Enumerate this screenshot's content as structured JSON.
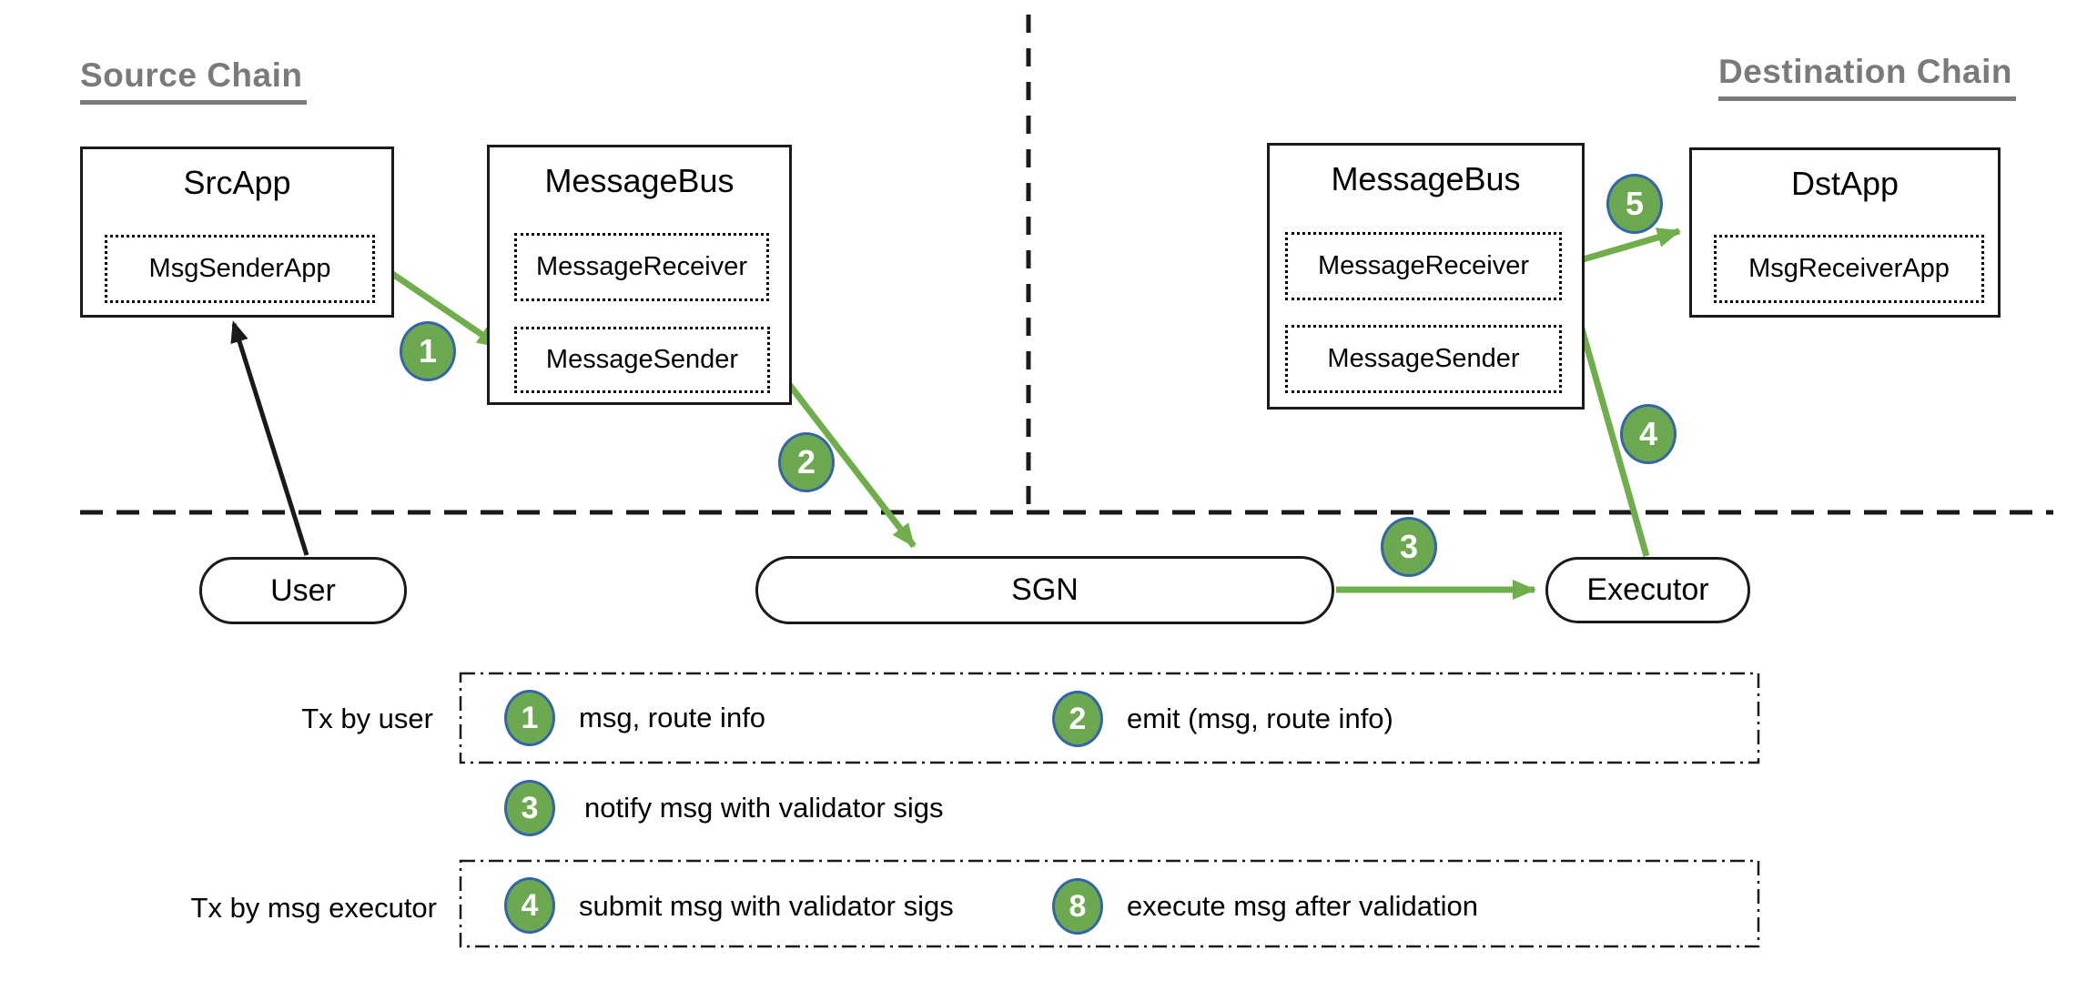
{
  "headings": {
    "source": "Source Chain",
    "destination": "Destination Chain"
  },
  "source_chain": {
    "src_app": {
      "title": "SrcApp",
      "inner": "MsgSenderApp"
    },
    "message_bus": {
      "title": "MessageBus",
      "receiver": "MessageReceiver",
      "sender": "MessageSender"
    }
  },
  "destination_chain": {
    "message_bus": {
      "title": "MessageBus",
      "receiver": "MessageReceiver",
      "sender": "MessageSender"
    },
    "dst_app": {
      "title": "DstApp",
      "inner": "MsgReceiverApp"
    }
  },
  "offchain": {
    "user": "User",
    "sgn": "SGN",
    "executor": "Executor"
  },
  "flow_badges": {
    "b1": "1",
    "b2": "2",
    "b3": "3",
    "b4": "4",
    "b5": "5"
  },
  "legend": {
    "row_user_label": "Tx by user",
    "row_executor_label": "Tx by msg executor",
    "items": [
      {
        "num": "1",
        "text": "msg, route info"
      },
      {
        "num": "2",
        "text": "emit (msg, route info)"
      },
      {
        "num": "3",
        "text": "notify msg with validator sigs"
      },
      {
        "num": "4",
        "text": "submit msg with validator sigs"
      },
      {
        "num": "8",
        "text": "execute msg after validation"
      }
    ]
  },
  "colors": {
    "green_arrow": "#6fae4b",
    "green_badge": "#6ca84f",
    "badge_border": "#3465a8",
    "heading_gray": "#7a7a7a",
    "line_black": "#1a1a1a"
  }
}
